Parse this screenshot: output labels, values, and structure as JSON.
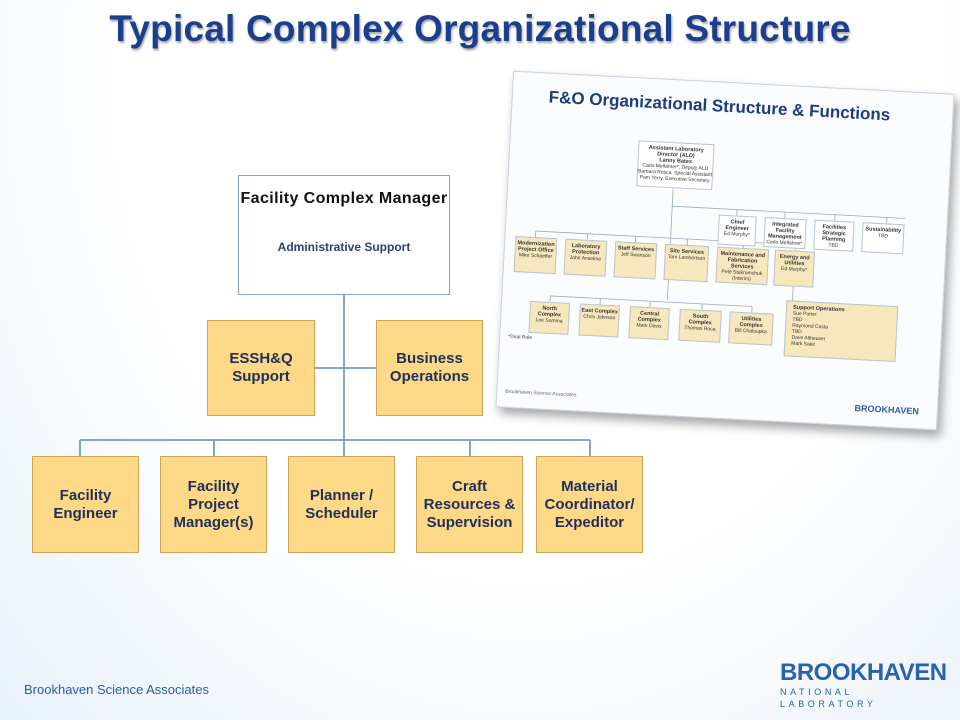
{
  "title": "Typical Complex Organizational Structure",
  "org_chart": {
    "top": {
      "title": "Facility Complex Manager",
      "subtitle": "Administrative Support"
    },
    "staff": [
      "ESSH&Q Support",
      "Business Operations"
    ],
    "roles": [
      "Facility Engineer",
      "Facility Project Manager(s)",
      "Planner / Scheduler",
      "Craft Resources & Supervision",
      "Material Coordinator/ Expeditor"
    ]
  },
  "thumbnail": {
    "title": "F&O Organizational Structure & Functions",
    "ald": {
      "title": "Assistant Laboratory Director (ALD)",
      "name": "Lanny Bates",
      "lines": [
        "Carlo Melfahrer*, Deputy ALD",
        "Barbara Rosca, Special Assistant",
        "Pam Yerry, Executive Secretary"
      ]
    },
    "right_boxes": [
      {
        "title": "Chief Engineer",
        "name": "Ed Murphy*"
      },
      {
        "title": "Integrated Facility Management",
        "name": "Carlo Melfahrer*"
      },
      {
        "title": "Facilities Strategic Planning",
        "name": "TBD"
      },
      {
        "title": "Sustainability",
        "name": "TBD"
      }
    ],
    "mid_boxes": [
      {
        "title": "Modernization Project Office",
        "name": "Mike Schaeffer"
      },
      {
        "title": "Laboratory Protection",
        "name": "John Anselme"
      },
      {
        "title": "Staff Services",
        "name": "Jeff Swanson"
      },
      {
        "title": "Site Services",
        "name": "Tom Lambertson"
      },
      {
        "title": "Maintenance and Fabrication Services",
        "name": "Pete Stakramchuk (Interim)"
      },
      {
        "title": "Energy and Utilities",
        "name": "Ed Murphy*"
      }
    ],
    "complex_boxes": [
      {
        "title": "North Complex",
        "name": "Lee Somma"
      },
      {
        "title": "East Complex",
        "name": "Chris Johnson"
      },
      {
        "title": "Central Complex",
        "name": "Mark Davis"
      },
      {
        "title": "South Complex",
        "name": "Thomas Roca"
      },
      {
        "title": "Utilities Complex",
        "name": "Bill Chaloupka"
      }
    ],
    "support_ops": {
      "title": "Support Operations",
      "lines": [
        "Sue Porter",
        "TBD",
        "Raymond Costa",
        "TBD",
        "Dave Altheuser",
        "Mark Sakit"
      ]
    },
    "note": "*Dual Role",
    "footer": "Brookhaven Science Associates",
    "logo": "BROOKHAVEN"
  },
  "footer": {
    "left": "Brookhaven Science Associates",
    "logo_main": "BROOKHAVEN",
    "logo_sub": "NATIONAL LABORATORY"
  },
  "colors": {
    "title": "#1a3f8c",
    "box_fill": "#fdd886",
    "connector": "#7fa6cf",
    "logo": "#2a62b1"
  }
}
